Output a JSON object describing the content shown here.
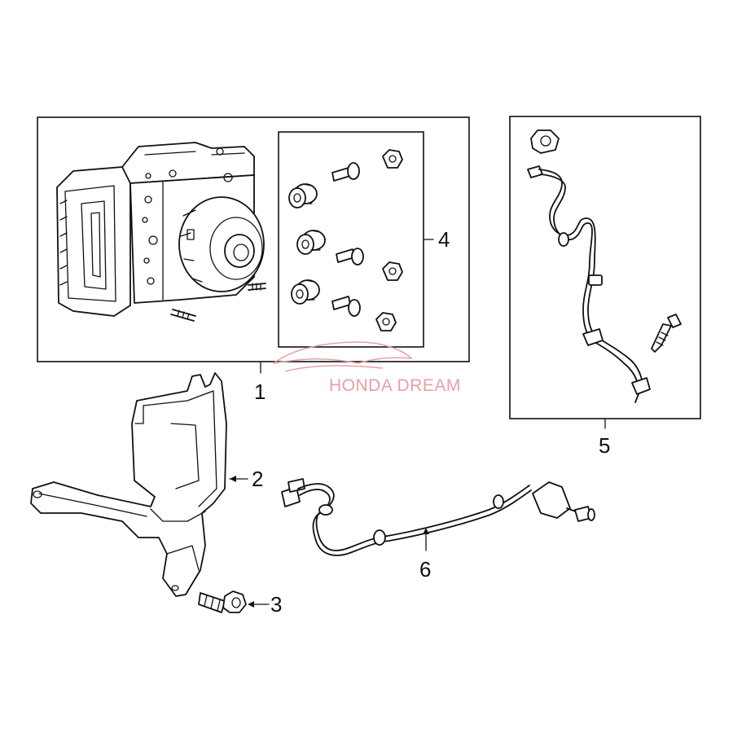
{
  "diagram": {
    "callouts": {
      "c1": "1",
      "c2": "2",
      "c3": "3",
      "c4": "4",
      "c5": "5",
      "c6": "6"
    },
    "watermark": "HONDA DREAM",
    "watermark_color": "#e8a0a6",
    "line_color": "#111111"
  }
}
